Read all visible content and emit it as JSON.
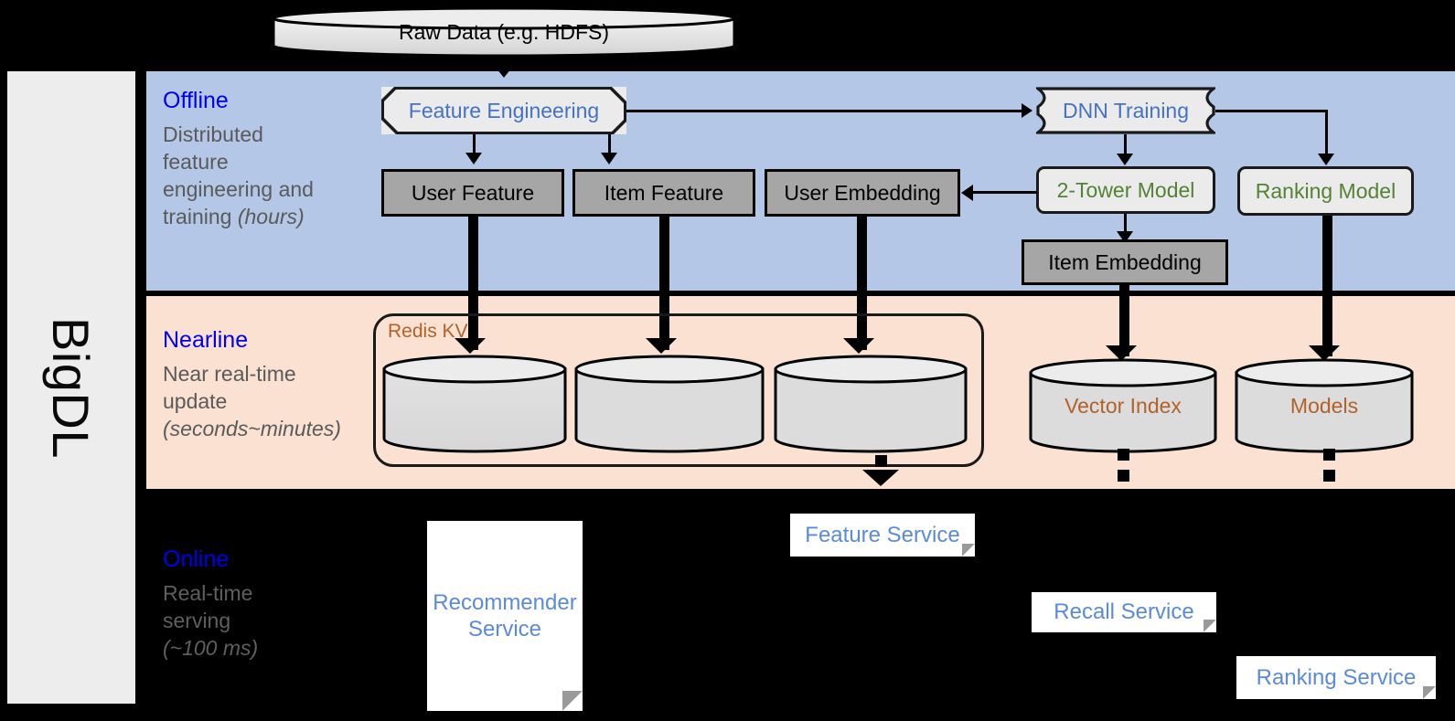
{
  "diagram": {
    "platform_label": "BigDL",
    "source": {
      "label": "Raw Data (e.g. HDFS)",
      "shape": "cylinder"
    },
    "stages": [
      {
        "id": "offline",
        "title": "Offline",
        "description_line1": "Distributed",
        "description_line2": "feature",
        "description_line3": "engineering and",
        "description_line4": "training ",
        "description_emph": "(hours)",
        "band_color": "#b4c7e7",
        "title_color": "#0000ee"
      },
      {
        "id": "nearline",
        "title": "Nearline",
        "description_line1": "Near real-time",
        "description_line2": "update",
        "description_emph": "(seconds~minutes)",
        "band_color": "#fae1d2",
        "title_color": "#0000ee"
      },
      {
        "id": "online",
        "title": "Online",
        "description_line1": "Real-time",
        "description_line2": "serving",
        "description_emph": "(~100 ms)",
        "band_color": "#000000",
        "title_color": "#0000ee"
      }
    ],
    "offline_nodes": [
      {
        "id": "feature-engineering",
        "label": "Feature Engineering",
        "shape": "cut-corner",
        "text_color": "#4472c4"
      },
      {
        "id": "dnn-training",
        "label": "DNN Training",
        "shape": "card",
        "text_color": "#4472c4"
      },
      {
        "id": "user-feature",
        "label": "User Feature",
        "shape": "rect",
        "text_color": "#000000"
      },
      {
        "id": "item-feature",
        "label": "Item Feature",
        "shape": "rect",
        "text_color": "#000000"
      },
      {
        "id": "user-embedding",
        "label": "User Embedding",
        "shape": "rect",
        "text_color": "#000000"
      },
      {
        "id": "two-tower-model",
        "label": "2-Tower Model",
        "shape": "rounded",
        "text_color": "#548235"
      },
      {
        "id": "ranking-model",
        "label": "Ranking Model",
        "shape": "rounded",
        "text_color": "#548235"
      },
      {
        "id": "item-embedding",
        "label": "Item Embedding",
        "shape": "rect",
        "text_color": "#000000"
      }
    ],
    "nearline_group": {
      "id": "redis-kv",
      "label": "Redis KV",
      "label_color": "#b1622a"
    },
    "nearline_stores": [
      {
        "id": "store-user-feature",
        "label": "",
        "shape": "cylinder"
      },
      {
        "id": "store-item-feature",
        "label": "",
        "shape": "cylinder"
      },
      {
        "id": "store-user-embedding",
        "label": "",
        "shape": "cylinder"
      },
      {
        "id": "vector-index",
        "label": "Vector Index",
        "shape": "cylinder",
        "text_color": "#b1622a"
      },
      {
        "id": "models",
        "label": "Models",
        "shape": "cylinder",
        "text_color": "#b1622a"
      }
    ],
    "online_services": [
      {
        "id": "recommender-service",
        "label": "Recommender Service",
        "text_color": "#5b8ada"
      },
      {
        "id": "feature-service",
        "label": "Feature Service",
        "text_color": "#5b8ada"
      },
      {
        "id": "recall-service",
        "label": "Recall Service",
        "text_color": "#5b8ada"
      },
      {
        "id": "ranking-service",
        "label": "Ranking Service",
        "text_color": "#5b8ada"
      }
    ],
    "colors": {
      "offline_band": "#b4c7e7",
      "nearline_band": "#fae1d2",
      "online_band": "#000000",
      "sidebar": "#ededed",
      "gray_node": "#a6a6a6",
      "light_node": "#ebebeb",
      "accent_blue": "#4472c4",
      "accent_green": "#548235",
      "accent_orange": "#b1622a",
      "stage_title": "#0000ee"
    }
  }
}
